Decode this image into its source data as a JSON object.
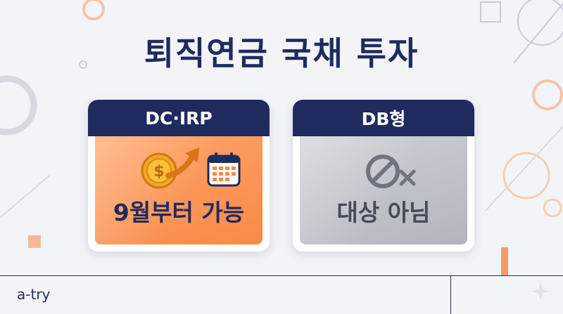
{
  "title": "퇴직연금 국채 투자",
  "cards": [
    {
      "header": "DC·IRP",
      "body": "9월부터 가능"
    },
    {
      "header": "DB형",
      "body": "대상 아님"
    }
  ],
  "brand": "a-try",
  "icons": {
    "dc": [
      "coin-icon",
      "arrow-up-icon",
      "calendar-icon"
    ],
    "db": [
      "prohibited-icon",
      "x-icon"
    ]
  },
  "colors": {
    "navy": "#1f2b5e",
    "orange": "#f88a47",
    "gray": "#b2b5bd",
    "gold": "#f5a623"
  }
}
